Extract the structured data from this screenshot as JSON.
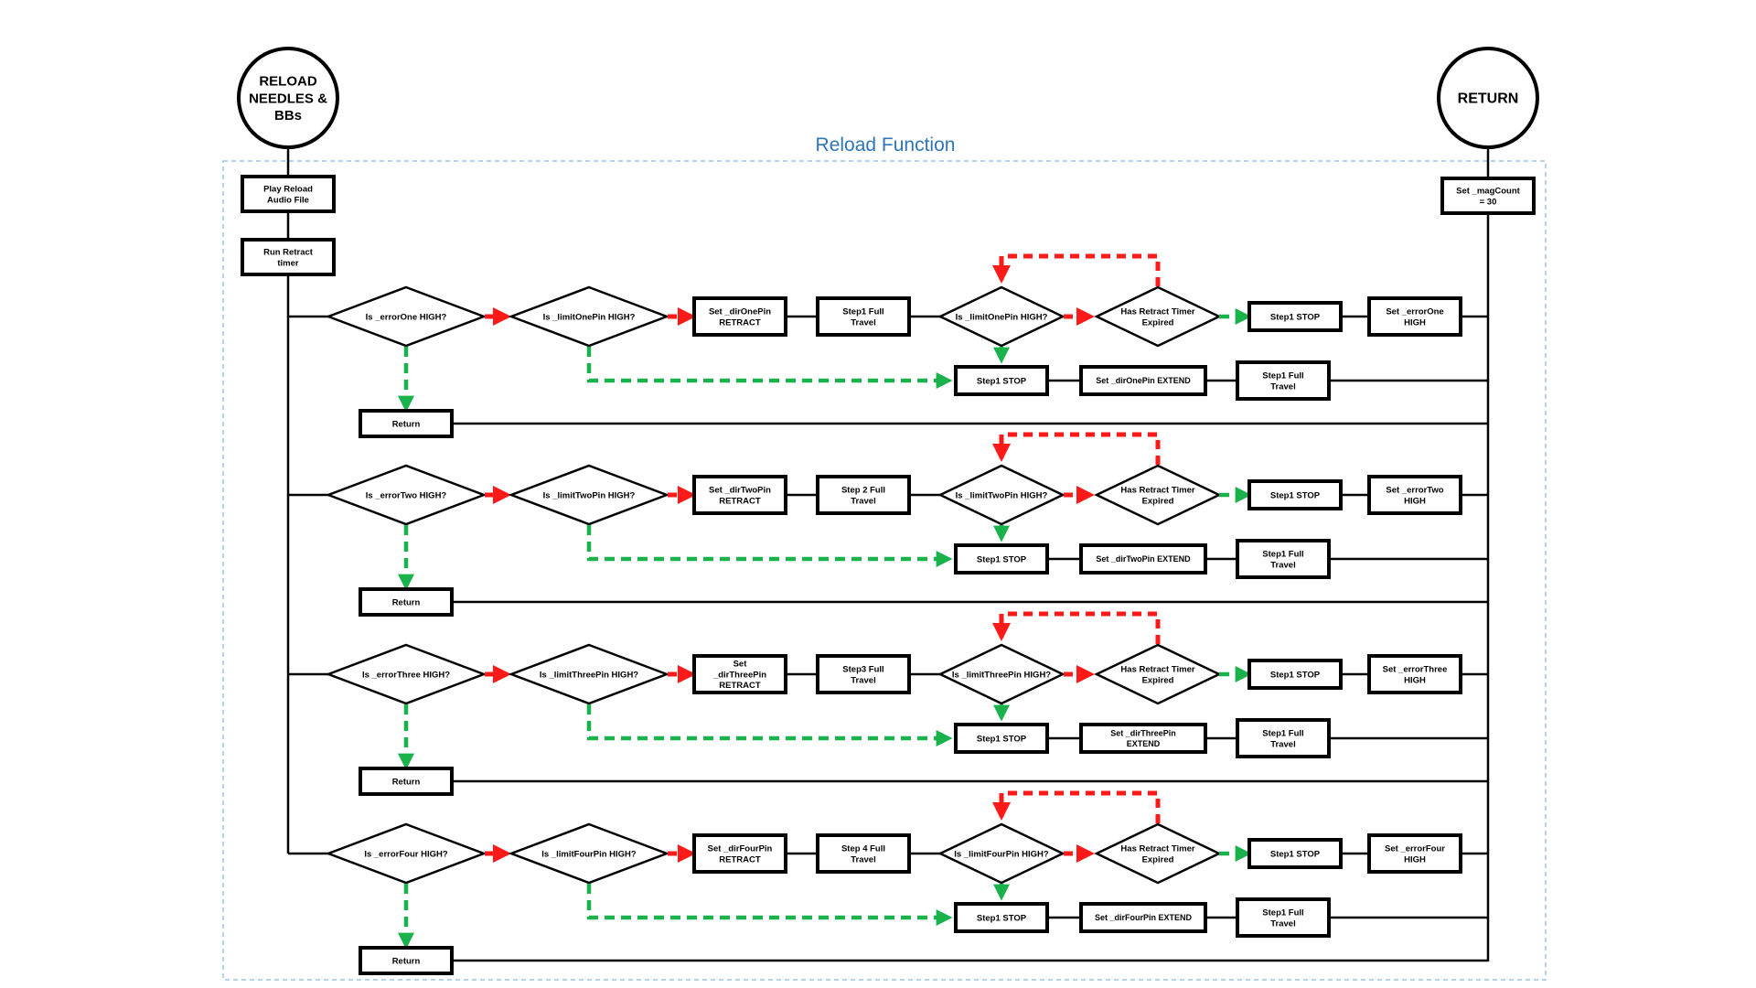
{
  "title": "Reload Function",
  "start": {
    "text": [
      "RELOAD",
      "NEEDLES &",
      "BBs"
    ]
  },
  "end": {
    "text": [
      "RETURN"
    ]
  },
  "setup": {
    "play_audio": [
      "Play Reload",
      "Audio File"
    ],
    "run_timer": [
      "Run Retract",
      "timer"
    ],
    "mag_count": [
      "Set _magCount",
      "= 30"
    ]
  },
  "rows": [
    {
      "error_q": "Is _errorOne HIGH?",
      "limit_q": "Is _limitOnePin HIGH?",
      "set_dir": [
        "Set _dirOnePin",
        "RETRACT"
      ],
      "full_travel": [
        "Step1 Full",
        "Travel"
      ],
      "limit_check": "Is _limitOnePin HIGH?",
      "timer_q": [
        "Has Retract Timer",
        "Expired"
      ],
      "stop": "Step1 STOP",
      "set_error": [
        "Set _errorOne",
        "HIGH"
      ],
      "stop2": "Step1 STOP",
      "extend": [
        "Set _dirOnePin EXTEND"
      ],
      "full_travel2": [
        "Step1 Full",
        "Travel"
      ],
      "return": "Return"
    },
    {
      "error_q": "Is _errorTwo HIGH?",
      "limit_q": "Is _limitTwoPin HIGH?",
      "set_dir": [
        "Set _dirTwoPin",
        "RETRACT"
      ],
      "full_travel": [
        "Step 2 Full",
        "Travel"
      ],
      "limit_check": "Is _limitTwoPin HIGH?",
      "timer_q": [
        "Has Retract Timer",
        "Expired"
      ],
      "stop": "Step1 STOP",
      "set_error": [
        "Set _errorTwo",
        "HIGH"
      ],
      "stop2": "Step1 STOP",
      "extend": [
        "Set _dirTwoPin EXTEND"
      ],
      "full_travel2": [
        "Step1 Full",
        "Travel"
      ],
      "return": "Return"
    },
    {
      "error_q": "Is _errorThree HIGH?",
      "limit_q": "Is _limitThreePin HIGH?",
      "set_dir": [
        "Set",
        "_dirThreePin",
        "RETRACT"
      ],
      "full_travel": [
        "Step3 Full",
        "Travel"
      ],
      "limit_check": "Is _limitThreePin HIGH?",
      "timer_q": [
        "Has Retract Timer",
        "Expired"
      ],
      "stop": "Step1 STOP",
      "set_error": [
        "Set _errorThree",
        "HIGH"
      ],
      "stop2": "Step1 STOP",
      "extend": [
        "Set _dirThreePin",
        "EXTEND"
      ],
      "full_travel2": [
        "Step1 Full",
        "Travel"
      ],
      "return": "Return"
    },
    {
      "error_q": "Is _errorFour HIGH?",
      "limit_q": "Is _limitFourPin HIGH?",
      "set_dir": [
        "Set _dirFourPin",
        "RETRACT"
      ],
      "full_travel": [
        "Step 4 Full",
        "Travel"
      ],
      "limit_check": "Is _limitFourPin HIGH?",
      "timer_q": [
        "Has Retract Timer",
        "Expired"
      ],
      "stop": "Step1 STOP",
      "set_error": [
        "Set _errorFour",
        "HIGH"
      ],
      "stop2": "Step1 STOP",
      "extend": [
        "Set _dirFourPin EXTEND"
      ],
      "full_travel2": [
        "Step1 Full",
        "Travel"
      ],
      "return": "Return"
    }
  ],
  "colors": {
    "no_path": "#ff1a1a",
    "yes_path": "#19b24b",
    "title": "#2e75b6",
    "frame": "#9dc3e6"
  }
}
